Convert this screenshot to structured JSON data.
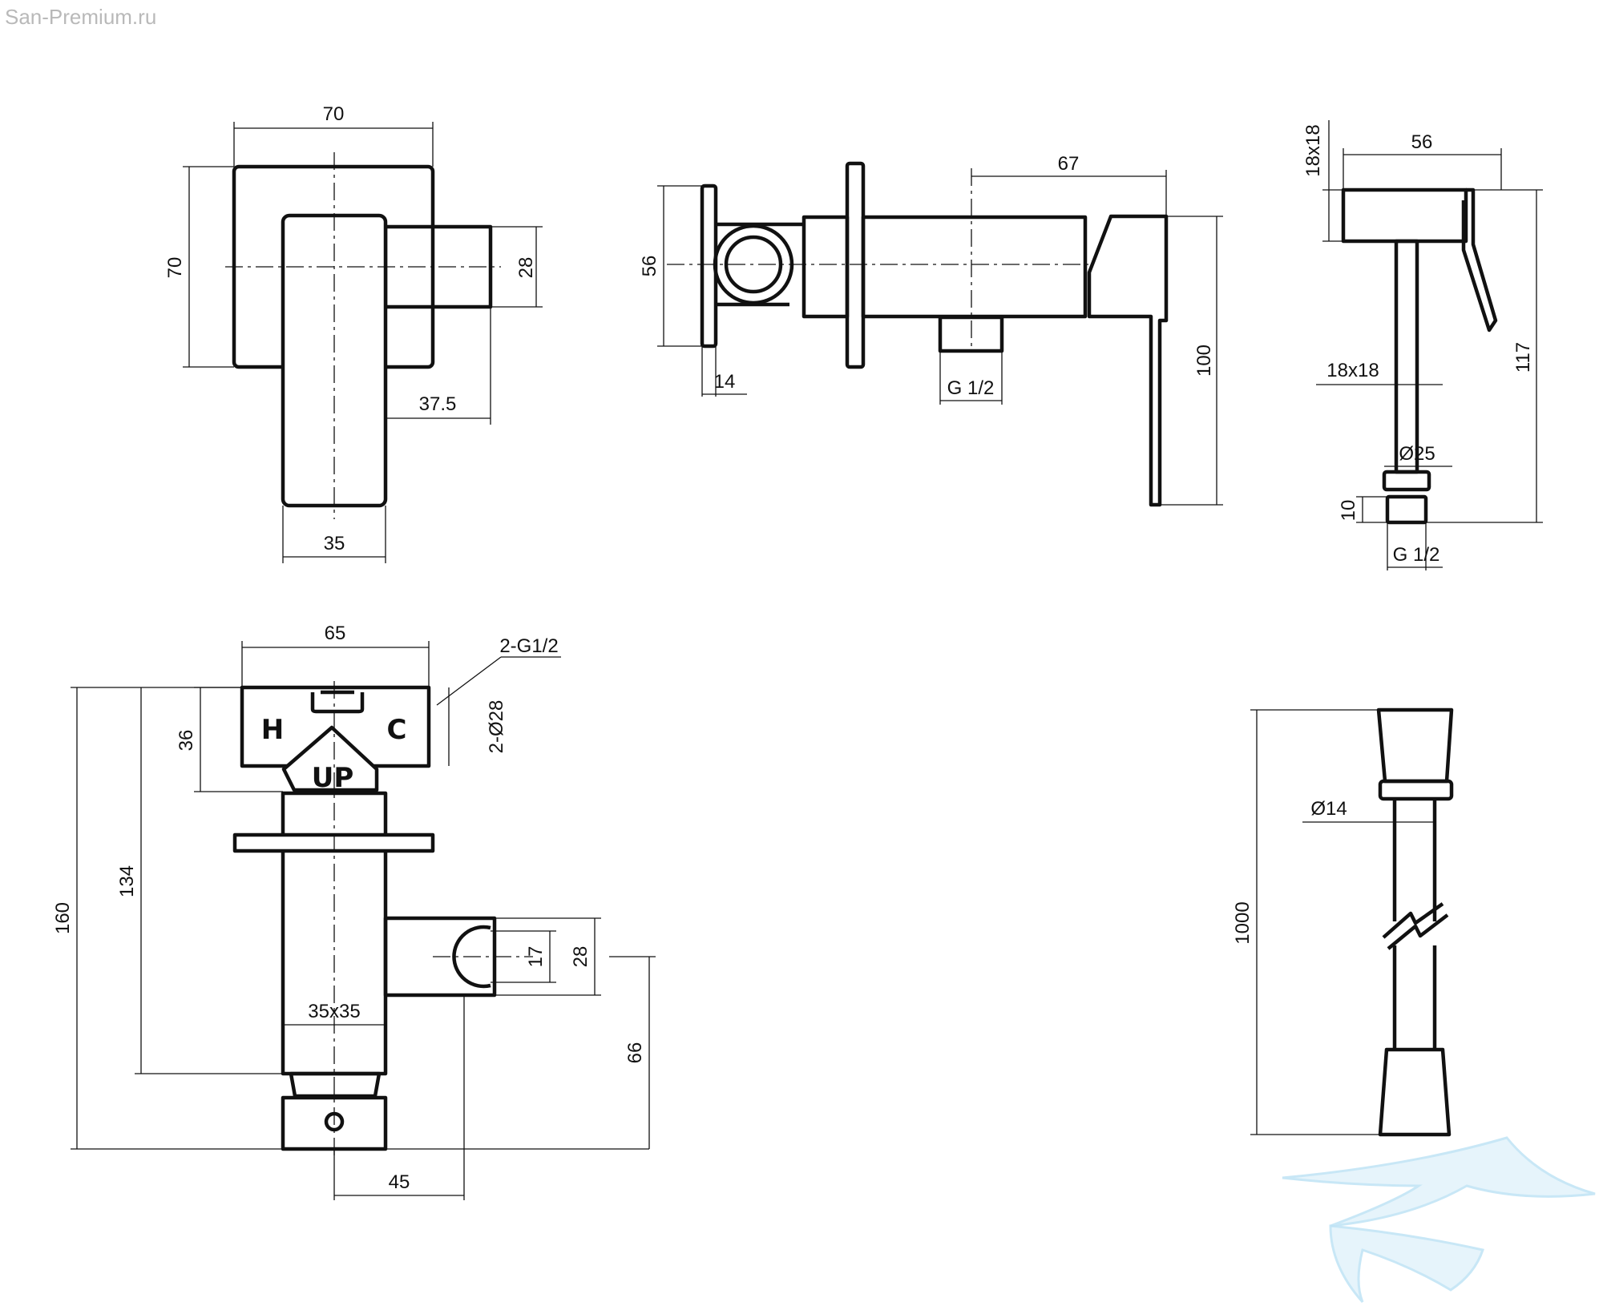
{
  "watermark": "San-Premium.ru",
  "logo": "swan-wave-logo",
  "views": {
    "wall_plate_front": {
      "width": "70",
      "height": "70",
      "spout": "28",
      "spout_length": "37.5",
      "lever_width": "35"
    },
    "side_view": {
      "plate_height": "56",
      "flange": "14",
      "length": "67",
      "outlet": "G 1/2",
      "lever_height": "100"
    },
    "shower_head": {
      "width": "56",
      "top_section": "18x18",
      "handle_section": "18x18",
      "diameter": "Ø25",
      "nut_height": "10",
      "thread": "G 1/2",
      "total_height": "117"
    },
    "concealed_body": {
      "width": "65",
      "inlets": "2-G1/2",
      "inlet_diameter": "2-Ø28",
      "hot_label": "H",
      "cold_label": "C",
      "up_label": "UP",
      "box_height": "36",
      "total_height": "160",
      "height_to_outlet": "134",
      "holder_inner": "17",
      "holder_outer": "28",
      "stem_section": "35x35",
      "holder_offset": "66",
      "holder_distance": "45"
    },
    "hose": {
      "length": "1000",
      "diameter": "Ø14"
    }
  },
  "colors": {
    "line": "#111111",
    "watermark_text": "#b9b9b9",
    "logo": "#bfe3f5"
  }
}
